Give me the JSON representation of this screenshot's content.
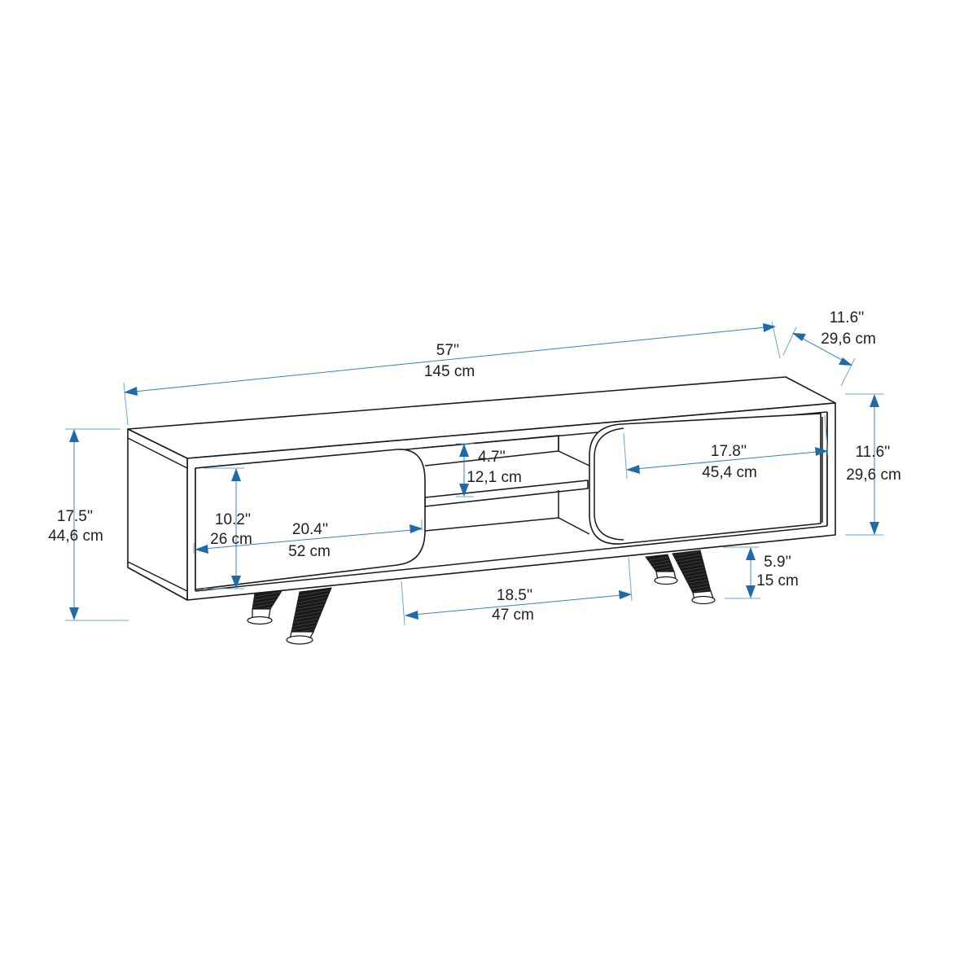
{
  "diagram": {
    "subject": "TV stand dimension drawing",
    "colors": {
      "dimension_line": "#3a83b5",
      "arrow": "#1f6aa8",
      "outline": "#1a1a1a",
      "text": "#1e1e1e",
      "background": "#ffffff"
    },
    "dimensions": {
      "total_width": {
        "inches": "57''",
        "cm": "145 cm"
      },
      "depth": {
        "inches": "11.6''",
        "cm": "29,6 cm"
      },
      "body_height": {
        "inches": "11.6''",
        "cm": "29,6 cm"
      },
      "total_height": {
        "inches": "17.5''",
        "cm": "44,6 cm"
      },
      "left_compartment_height": {
        "inches": "10.2''",
        "cm": "26 cm"
      },
      "left_compartment_width": {
        "inches": "20.4''",
        "cm": "52 cm"
      },
      "shelf_gap": {
        "inches": "4.7''",
        "cm": "12,1 cm"
      },
      "right_compartment_width": {
        "inches": "17.8''",
        "cm": "45,4 cm"
      },
      "leg_spacing": {
        "inches": "18.5''",
        "cm": "47 cm"
      },
      "leg_height": {
        "inches": "5.9''",
        "cm": "15 cm"
      }
    }
  }
}
